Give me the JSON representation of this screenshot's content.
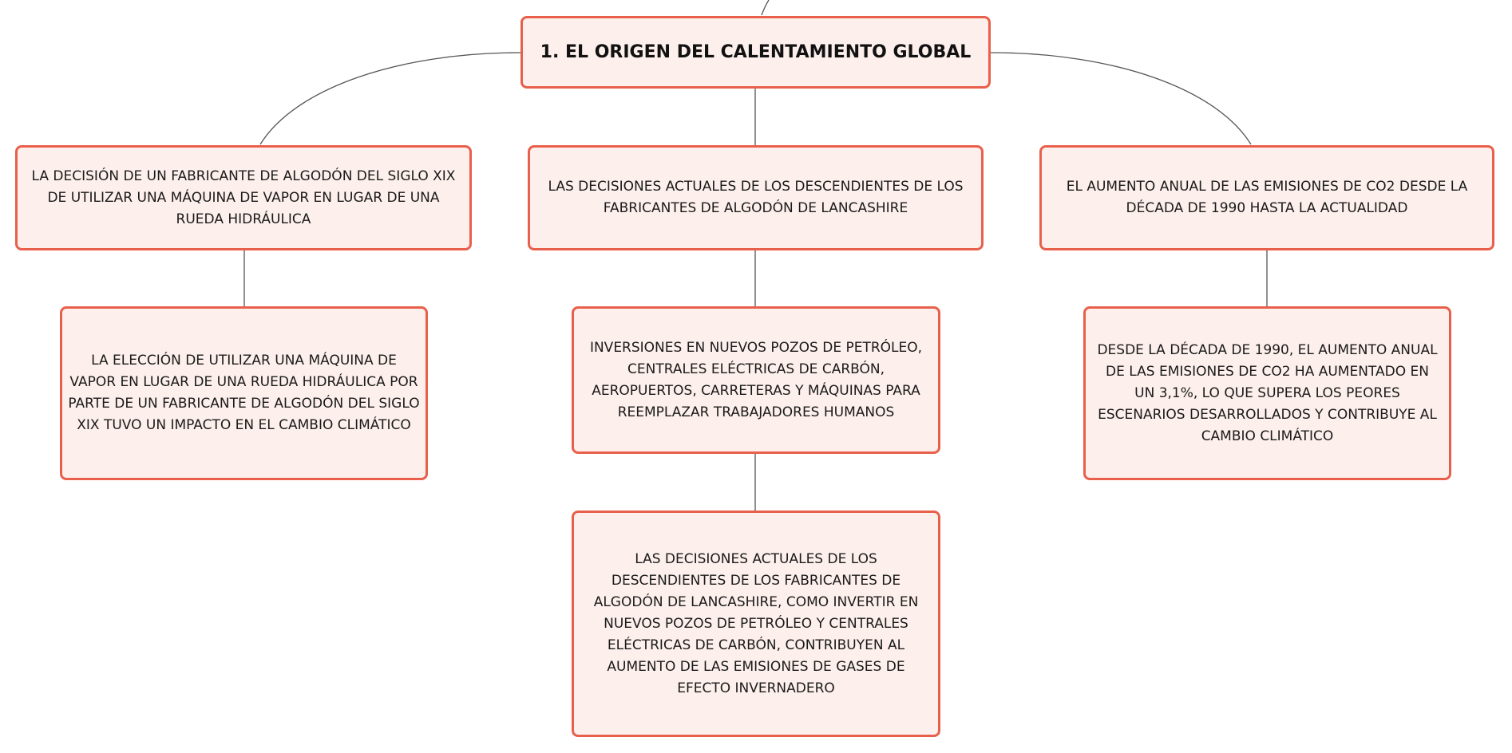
{
  "root": {
    "label": "1. EL ORIGEN DEL CALENTAMIENTO GLOBAL"
  },
  "level1": [
    {
      "label": "LA DECISIÓN DE UN FABRICANTE DE ALGODÓN DEL SIGLO XIX DE UTILIZAR UNA MÁQUINA DE VAPOR EN LUGAR DE UNA RUEDA HIDRÁULICA"
    },
    {
      "label": "LAS DECISIONES ACTUALES DE LOS DESCENDIENTES DE LOS FABRICANTES DE ALGODÓN DE LANCASHIRE"
    },
    {
      "label": "EL AUMENTO ANUAL DE LAS EMISIONES DE CO2 DESDE LA DÉCADA DE 1990 HASTA LA ACTUALIDAD"
    }
  ],
  "level2": [
    {
      "label": "LA ELECCIÓN DE UTILIZAR UNA MÁQUINA DE VAPOR EN LUGAR DE UNA RUEDA HIDRÁULICA POR PARTE DE UN FABRICANTE DE ALGODÓN DEL SIGLO XIX TUVO UN IMPACTO EN EL CAMBIO CLIMÁTICO"
    },
    {
      "label": "INVERSIONES EN NUEVOS POZOS DE PETRÓLEO, CENTRALES ELÉCTRICAS DE CARBÓN, AEROPUERTOS, CARRETERAS Y MÁQUINAS PARA REEMPLAZAR TRABAJADORES HUMANOS"
    },
    {
      "label": "DESDE LA DÉCADA DE 1990, EL AUMENTO ANUAL DE LAS EMISIONES DE CO2 HA AUMENTADO EN UN 3,1%, LO QUE SUPERA LOS PEORES ESCENARIOS DESARROLLADOS Y CONTRIBUYE AL CAMBIO CLIMÁTICO"
    }
  ],
  "level3": [
    {
      "label": "LAS DECISIONES ACTUALES DE LOS DESCENDIENTES DE LOS FABRICANTES DE ALGODÓN DE LANCASHIRE, COMO INVERTIR EN NUEVOS POZOS DE PETRÓLEO Y CENTRALES ELÉCTRICAS DE CARBÓN, CONTRIBUYEN AL AUMENTO DE LAS EMISIONES DE GASES DE EFECTO INVERNADERO"
    }
  ],
  "colors": {
    "border": "#e8604c",
    "fill": "#fdf0ec",
    "line": "#555555"
  }
}
